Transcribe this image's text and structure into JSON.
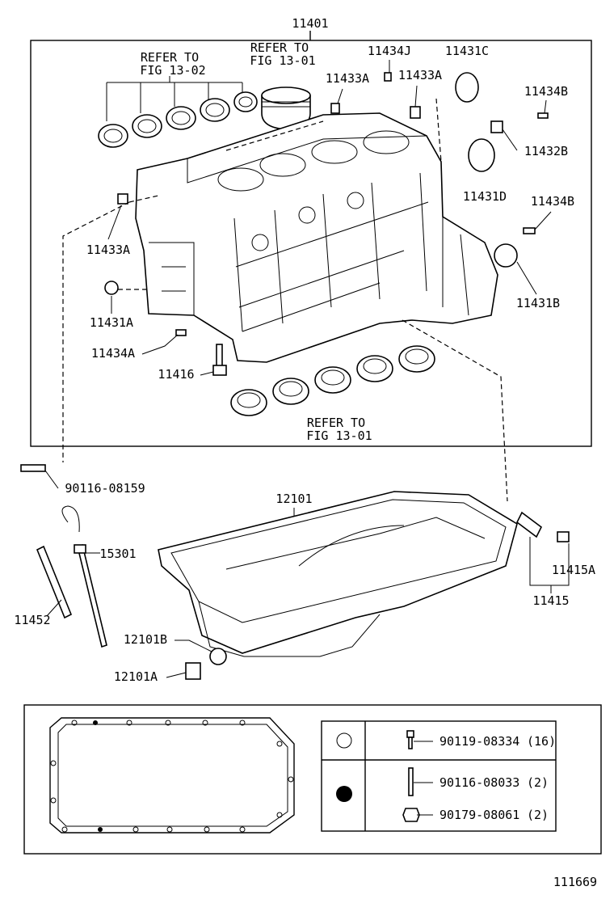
{
  "diagram": {
    "assembly_label": "11401",
    "refer_main_top_left": [
      "REFER TO",
      "FIG 13-02"
    ],
    "refer_piston": [
      "REFER TO",
      "FIG 13-01"
    ],
    "refer_bearings_bottom": [
      "REFER TO",
      "FIG 13-01"
    ],
    "parts": {
      "p11434J": "11434J",
      "p11431C": "11431C",
      "p11433A_top_left": "11433A",
      "p11433A_top_right": "11433A",
      "p11434B_top": "11434B",
      "p11432B": "11432B",
      "p11431D": "11431D",
      "p11434B_mid": "11434B",
      "p11433A_left": "11433A",
      "p11431B": "11431B",
      "p11431A": "11431A",
      "p11434A": "11434A",
      "p11416": "11416",
      "p90116_08159": "90116-08159",
      "p12101": "12101",
      "p15301": "15301",
      "p11452": "11452",
      "p12101B": "12101B",
      "p12101A": "12101A",
      "p11415A": "11415A",
      "p11415": "11415"
    },
    "legend": [
      {
        "symbol": "open-circle",
        "part": "90119-08334",
        "qty": "(16)"
      },
      {
        "symbol": "filled-circle",
        "part": "90116-08033",
        "qty": "(2)"
      },
      {
        "symbol": "filled-circle",
        "part": "90179-08061",
        "qty": "(2)"
      }
    ],
    "figure_number": "111669"
  }
}
